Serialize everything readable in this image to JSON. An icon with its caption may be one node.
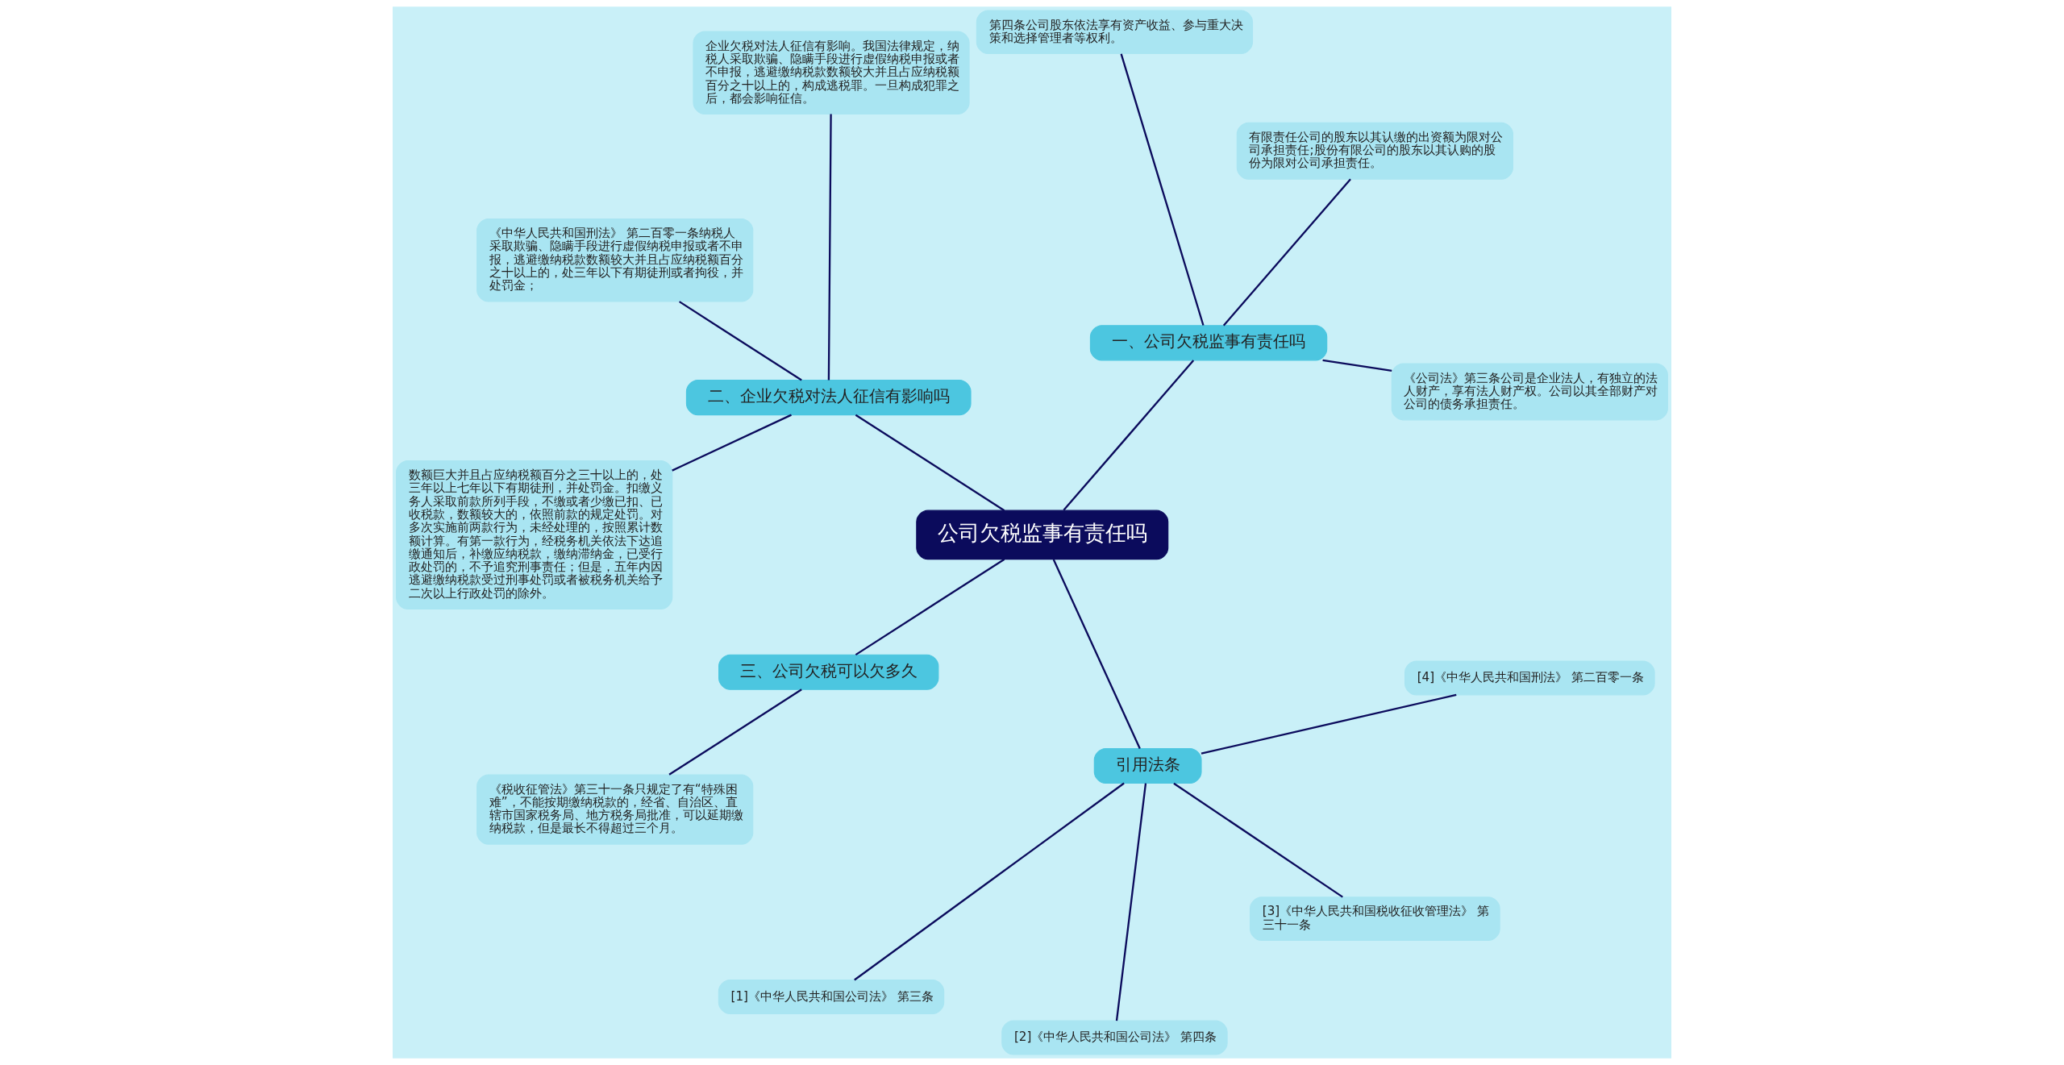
{
  "diagram": {
    "nodes": [
      {
        "text": [
          "公司欠税监事有责任吗"
        ]
      },
      {
        "text": [
          "一、公司欠税监事有责任吗"
        ]
      },
      {
        "text": [
          "《公司法》第三条公司是企业法人，有独立的法人财产，享有法人财产权。公司以其全部财产对公司的债务承担责任。"
        ]
      },
      {
        "text": [
          "有限责任公司的股东以其认缴的出资额为限对公司承担责任;股份有限公司的股东以其认购的股份为限对公司承担责任。"
        ]
      },
      {
        "text": [
          "第四条公司股东依法享有资产收益、参与重大决策和选择管理者等权利。"
        ]
      },
      {
        "text": [
          "二、企业欠税对法人征信有影响吗"
        ]
      },
      {
        "text": [
          "企业欠税对法人征信有影响。我国法律规定，纳税人采取欺骗、隐瞒手段进行虚假纳税申报或者不申报，逃避缴纳税款数额较大并且占应纳税额百分之十以上的，构成逃税罪。一旦构成犯罪之后，都会影响征信。"
        ]
      },
      {
        "text": [
          "《中华人民共和国刑法》 第二百零一条纳税人采取欺骗、隐瞒手段进行虚假纳税申报或者不申报，逃避缴纳税款数额较大并且占应纳税额百分之十以上的，处三年以下有期徒刑或者拘役，并处罚金；"
        ]
      },
      {
        "text": [
          "数额巨大并且占应纳税额百分之三十以上的，处三年以上七年以下有期徒刑，并处罚金。扣缴义务人采取前款所列手段，不缴或者少缴已扣、已收税款，数额较大的，依照前款的规定处罚。对多次实施前两款行为，未经处理的，按照累计数额计算。有第一款行为，经税务机关依法下达追缴通知后，补缴应纳税款，缴纳滞纳金，已受行政处罚的，不予追究刑事责任；但是，五年内因逃避缴纳税款受过刑事处罚或者被税务机关给予二次以上行政处罚的除外。"
        ]
      },
      {
        "text": [
          "三、公司欠税可以欠多久"
        ]
      },
      {
        "text": [
          "《税收征管法》第三十一条只规定了有“特殊困难”，不能按期缴纳税款的，经省、自治区、直辖市国家税务局、地方税务局批准，可以延期缴纳税款，但是最长不得超过三个月。"
        ]
      },
      {
        "text": [
          "引用法条"
        ]
      },
      {
        "text": [
          "[1]《中华人民共和国公司法》 第三条"
        ]
      },
      {
        "text": [
          "[2]《中华人民共和国公司法》 第四条"
        ]
      },
      {
        "text": [
          "[3]《中华人民共和国税收征收管理法》 第三十一条"
        ]
      },
      {
        "text": [
          "[4]《中华人民共和国刑法》 第二百零一条"
        ]
      }
    ],
    "edges": [
      {
        "from": 0,
        "to": 1,
        "arrow": "none"
      },
      {
        "from": 1,
        "to": 2,
        "arrow": "none"
      },
      {
        "from": 1,
        "to": 3,
        "arrow": "none"
      },
      {
        "from": 1,
        "to": 4,
        "arrow": "none"
      },
      {
        "from": 0,
        "to": 5,
        "arrow": "none"
      },
      {
        "from": 5,
        "to": 6,
        "arrow": "none"
      },
      {
        "from": 5,
        "to": 7,
        "arrow": "none"
      },
      {
        "from": 5,
        "to": 8,
        "arrow": "none"
      },
      {
        "from": 0,
        "to": 9,
        "arrow": "none"
      },
      {
        "from": 9,
        "to": 10,
        "arrow": "none"
      },
      {
        "from": 0,
        "to": 11,
        "arrow": "none"
      },
      {
        "from": 11,
        "to": 12,
        "arrow": "none"
      },
      {
        "from": 11,
        "to": 13,
        "arrow": "none"
      },
      {
        "from": 11,
        "to": 14,
        "arrow": "none"
      },
      {
        "from": 11,
        "to": 15,
        "arrow": "none"
      }
    ]
  }
}
